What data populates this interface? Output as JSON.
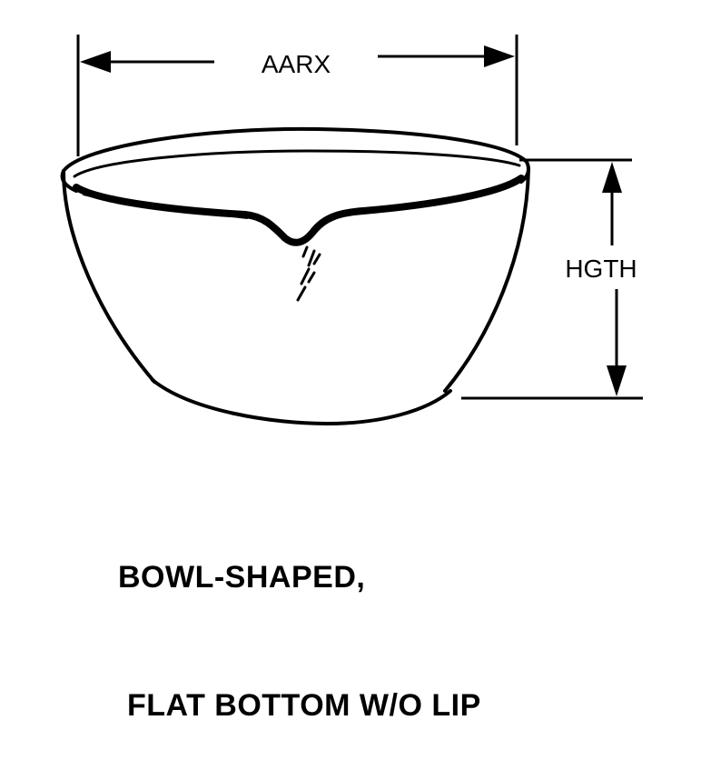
{
  "dimensions": {
    "width_label": "AARX",
    "height_label": "HGTH"
  },
  "caption": {
    "line1": "BOWL-SHAPED,",
    "line2": "FLAT BOTTOM W/O LIP"
  },
  "colors": {
    "ink": "#000000",
    "background": "#ffffff"
  }
}
